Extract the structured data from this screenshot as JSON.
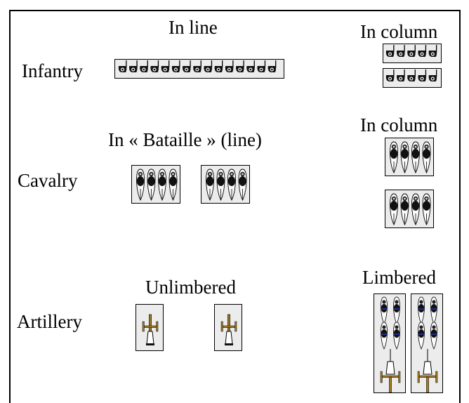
{
  "diagram": {
    "rows": {
      "infantry": {
        "label": "Infantry",
        "left_heading": "In line",
        "right_heading": "In column",
        "left_icon": "infantry-soldier-icon",
        "right_icon": "infantry-soldier-icon"
      },
      "cavalry": {
        "label": "Cavalry",
        "left_heading": "In « Bataille » (line)",
        "right_heading": "In column",
        "left_icon": "cavalry-rider-icon",
        "right_icon": "cavalry-rider-icon"
      },
      "artillery": {
        "label": "Artillery",
        "left_heading": "Unlimbered",
        "right_heading": "Limbered",
        "left_icon": "cannon-icon",
        "right_icon": "limbered-gun-team-icon"
      }
    },
    "colors": {
      "background": "#ffffff",
      "border": "#000000",
      "unit_fill": "#ececec",
      "cannon_wood": "#a07a2a",
      "horse_blue": "#1e2e8c"
    }
  }
}
